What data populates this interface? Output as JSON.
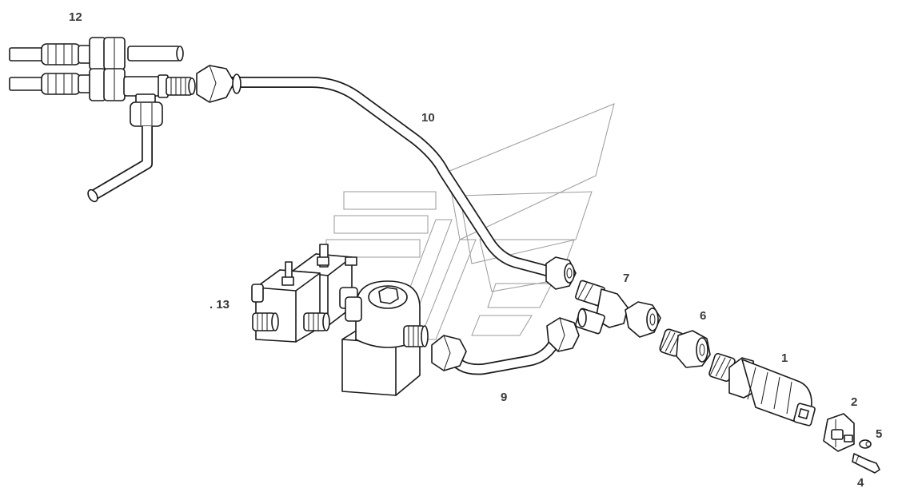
{
  "callouts": {
    "part_1": "1",
    "part_2": "2",
    "part_4": "4",
    "part_5": "5",
    "part_6": "6",
    "part_7": "7",
    "part_9": "9",
    "part_10": "10",
    "part_12": "12",
    "part_13": ". 13"
  },
  "colors": {
    "line": "#1a1a1a",
    "label": "#3a3a3a",
    "watermark": "#9a9a9a"
  }
}
